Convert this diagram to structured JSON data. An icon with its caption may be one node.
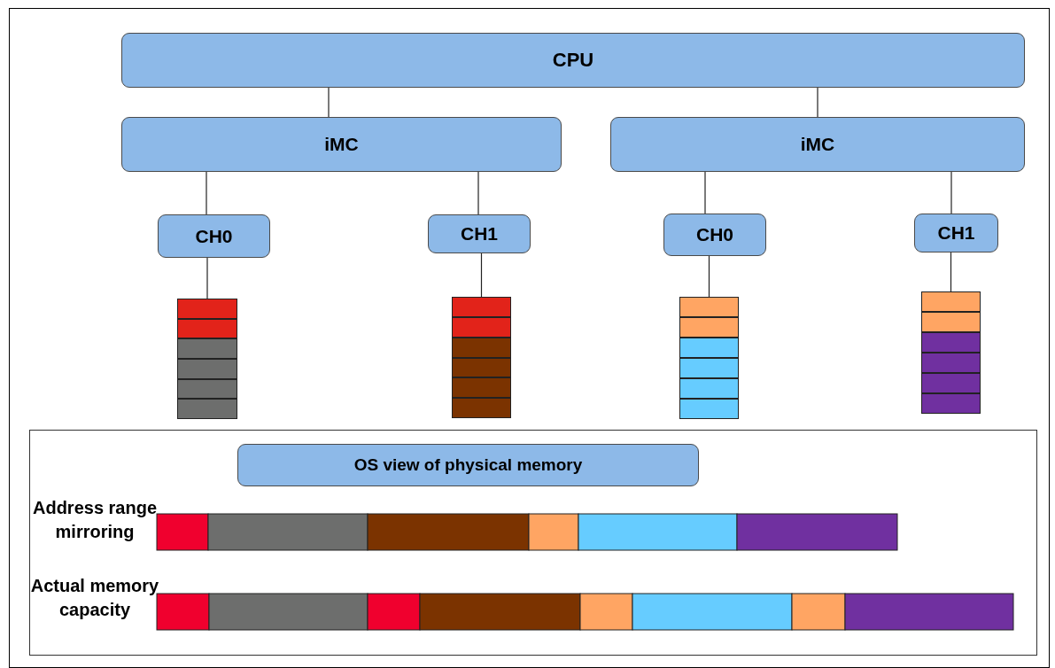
{
  "diagram": {
    "nodes": [
      {
        "text": [
          "CPU"
        ]
      },
      {
        "text": [
          "iMC"
        ]
      },
      {
        "text": [
          "iMC"
        ]
      },
      {
        "text": [
          "CH0"
        ]
      },
      {
        "text": [
          "CH1"
        ]
      },
      {
        "text": [
          "CH0"
        ]
      },
      {
        "text": [
          "CH1"
        ]
      },
      {
        "text": [],
        "shape": "bar"
      },
      {
        "text": [],
        "shape": "bar"
      },
      {
        "text": [],
        "shape": "bar"
      },
      {
        "text": [],
        "shape": "bar"
      },
      {
        "text": [],
        "shape": "box"
      },
      {
        "text": [
          "OS view of physical memory"
        ],
        "in": 11
      }
    ],
    "edges": [
      {
        "from": 0,
        "to": 1,
        "arrow": "none"
      },
      {
        "from": 0,
        "to": 2,
        "arrow": "none"
      },
      {
        "from": 1,
        "to": 3,
        "arrow": "none"
      },
      {
        "from": 1,
        "to": 4,
        "arrow": "none"
      },
      {
        "from": 2,
        "to": 5,
        "arrow": "none"
      },
      {
        "from": 2,
        "to": 6,
        "arrow": "none"
      },
      {
        "from": 3,
        "to": 7,
        "arrow": "none"
      },
      {
        "from": 4,
        "to": 8,
        "arrow": "none"
      },
      {
        "from": 5,
        "to": 9,
        "arrow": "none"
      },
      {
        "from": 6,
        "to": 10,
        "arrow": "none"
      }
    ],
    "labels": [
      "Address range mirroring",
      "Actual memory capacity"
    ]
  }
}
